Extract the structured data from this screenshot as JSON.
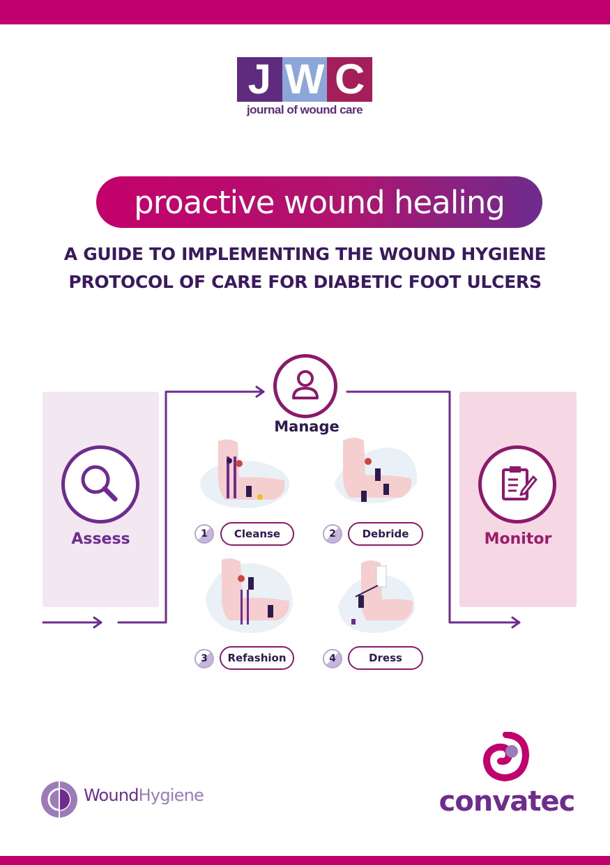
{
  "logo": {
    "letters": [
      "J",
      "W",
      "C"
    ],
    "subtitle": "journal of wound care"
  },
  "title": "proactive wound healing",
  "subtitle_lines": [
    "A GUIDE TO IMPLEMENTING THE WOUND HYGIENE",
    "PROTOCOL OF CARE FOR DIABETIC FOOT ULCERS"
  ],
  "diagram": {
    "assess_label": "Assess",
    "manage_label": "Manage",
    "monitor_label": "Monitor",
    "steps": [
      {
        "num": "1",
        "label": "Cleanse"
      },
      {
        "num": "2",
        "label": "Debride"
      },
      {
        "num": "3",
        "label": "Refashion"
      },
      {
        "num": "4",
        "label": "Dress"
      }
    ]
  },
  "footer": {
    "wound_hygiene_a": "Wound",
    "wound_hygiene_b": "Hygiene",
    "convatec": "convatec"
  },
  "colors": {
    "brand_magenta": "#c2006d",
    "purple": "#6d2c8e",
    "deep_purple": "#3a1a5e"
  }
}
